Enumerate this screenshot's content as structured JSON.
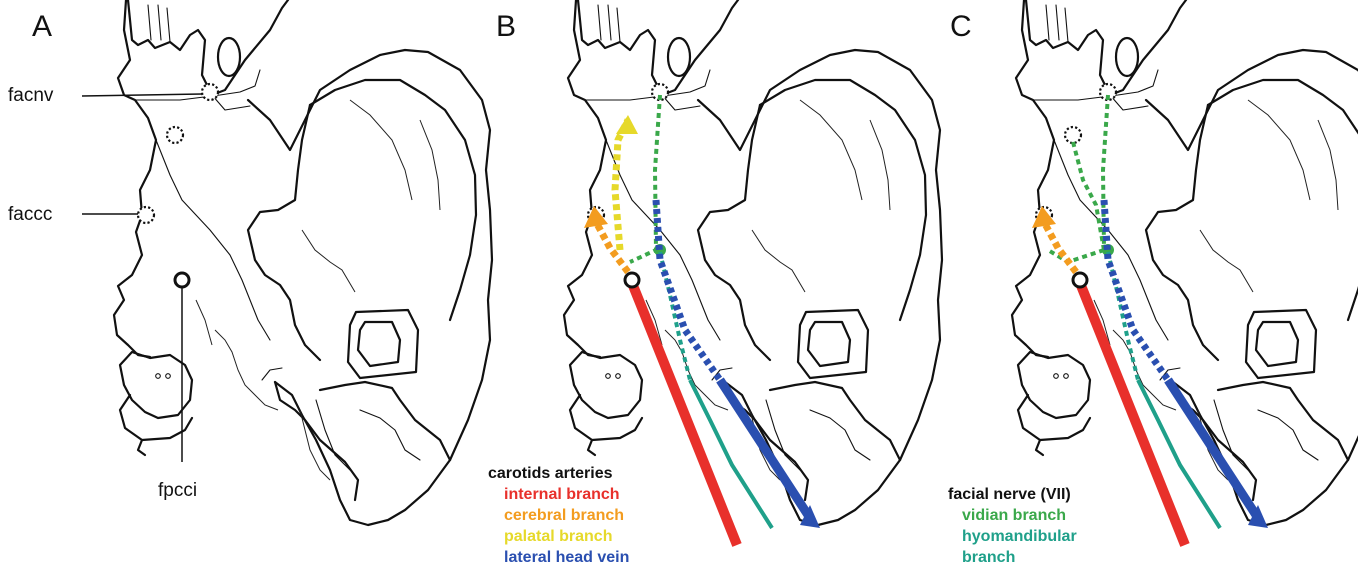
{
  "panels": [
    {
      "letter": "A",
      "labels": {
        "facnv": "facnv",
        "faccc": "faccc",
        "fpcci": "fpcci"
      }
    },
    {
      "letter": "B",
      "legend": {
        "title": "carotids arteries",
        "items": [
          {
            "label": "internal branch",
            "color": "#e8302b"
          },
          {
            "label": "cerebral branch",
            "color": "#f39c1f"
          },
          {
            "label": "palatal branch",
            "color": "#e6d92a"
          },
          {
            "label": "lateral head vein",
            "color": "#2a4fb0"
          }
        ]
      }
    },
    {
      "letter": "C",
      "legend": {
        "title": "facial nerve (VII)",
        "items": [
          {
            "label": "vidian branch",
            "color": "#3aa84a"
          },
          {
            "label": "hyomandibular",
            "color": "#1fa08a"
          },
          {
            "label": "branch",
            "color": "#1fa08a"
          }
        ]
      }
    }
  ],
  "colors": {
    "internal": "#e8302b",
    "cerebral": "#f39c1f",
    "palatal": "#e6d92a",
    "vein": "#2a4fb0",
    "vidian": "#3aa84a",
    "hyomandibular": "#1fa08a",
    "outline": "#111111"
  }
}
